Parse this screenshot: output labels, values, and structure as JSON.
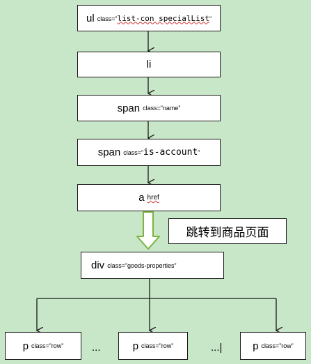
{
  "nodes": {
    "ul": {
      "tag": "ul",
      "class_attr": "class=”",
      "class_value": "list-con specialList",
      "close_quote": "”"
    },
    "li": {
      "tag": "li"
    },
    "span_name": {
      "tag": "span",
      "class_attr": "class=”name”"
    },
    "span_account": {
      "tag": "span",
      "class_attr": "class=”",
      "class_value": "is-account",
      "close_quote": "”"
    },
    "a_href": {
      "tag": "a",
      "attr": "href"
    },
    "div_goods": {
      "tag": "div",
      "class_attr": "class=”goods-properties”"
    },
    "p_left": {
      "tag": "p",
      "class_attr": "class=”row”"
    },
    "p_middle": {
      "tag": "p",
      "class_attr": "class=”row”"
    },
    "p_right": {
      "tag": "p",
      "class_attr": "class=”row”"
    }
  },
  "note": {
    "text": "跳转到商品页面"
  },
  "ellipsis": {
    "left": "...",
    "right": "...|"
  },
  "colors": {
    "background": "#c8e6c8",
    "arrow_outline": "#7cb342",
    "line": "#1a1a1a"
  }
}
